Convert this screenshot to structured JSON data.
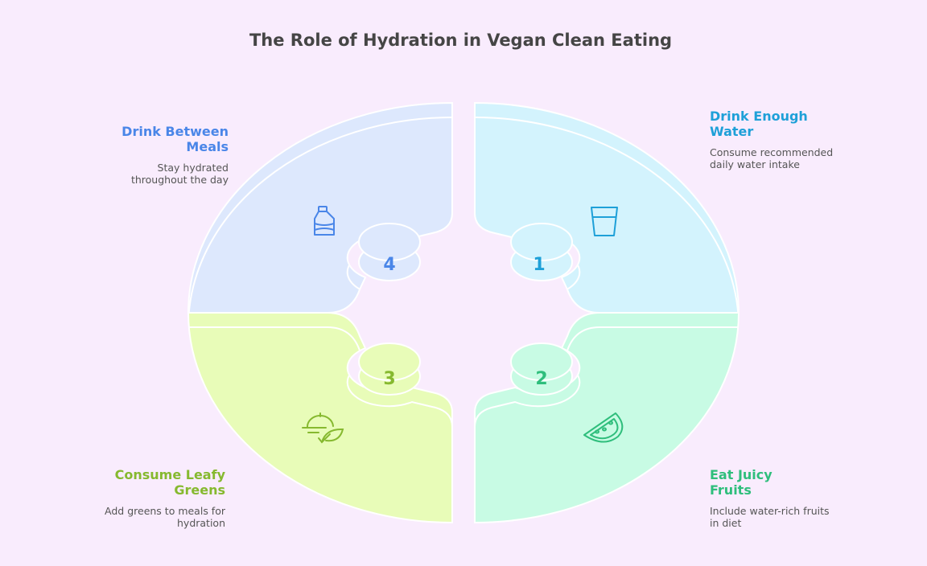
{
  "title": "The Role of Hydration in Vegan Clean Eating",
  "colors": {
    "background": "#f9ecfd"
  },
  "steps": [
    {
      "number": "1",
      "heading": "Drink Enough Water",
      "description": "Consume recommended daily water intake",
      "icon": "water-glass-icon",
      "color": "#1ea0d8",
      "fill": "#d3f3fd"
    },
    {
      "number": "2",
      "heading": "Eat Juicy Fruits",
      "description": "Include water-rich fruits in diet",
      "icon": "watermelon-icon",
      "color": "#2fbe7c",
      "fill": "#c8fbe4"
    },
    {
      "number": "3",
      "heading": "Consume Leafy Greens",
      "description": "Add greens to meals for hydration",
      "icon": "leafy-meal-icon",
      "color": "#86b92f",
      "fill": "#e8fcb8"
    },
    {
      "number": "4",
      "heading": "Drink Between Meals",
      "description": "Stay hydrated throughout the day",
      "icon": "water-bottle-icon",
      "color": "#4a86e8",
      "fill": "#dde8fd"
    }
  ]
}
